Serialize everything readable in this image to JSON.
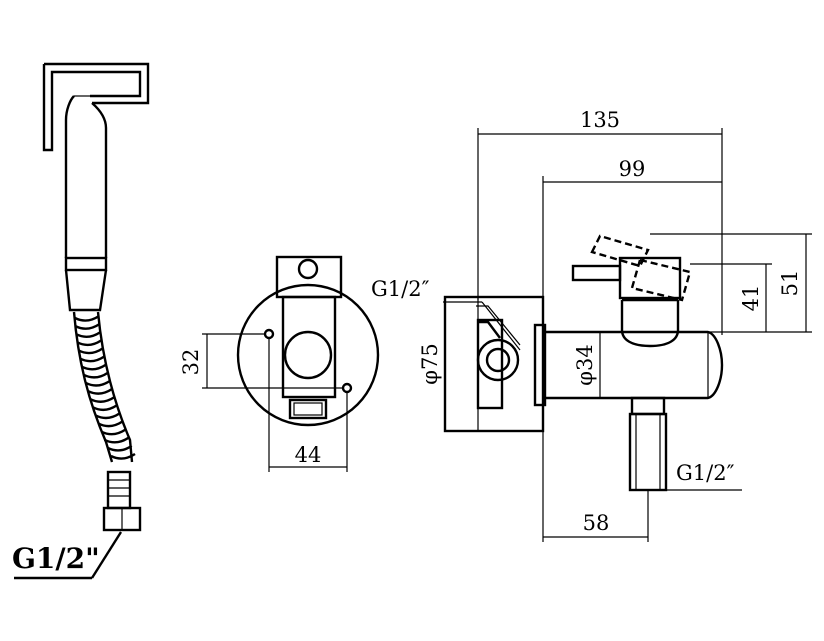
{
  "dimensions": {
    "overall_length": "135",
    "body_length": "99",
    "lever_height_full": "51",
    "lever_height": "41",
    "mount_offset": "58",
    "plate_diameter": "φ75",
    "body_diameter": "φ34",
    "hole_spacing_vertical": "32",
    "hole_spacing_horizontal": "44"
  },
  "threads": {
    "hose_connection": "G1/2\"",
    "wall_inlet": "G1/2″",
    "bottom_outlet": "G1/2″"
  },
  "colors": {
    "line": "#000000",
    "background": "#ffffff"
  }
}
